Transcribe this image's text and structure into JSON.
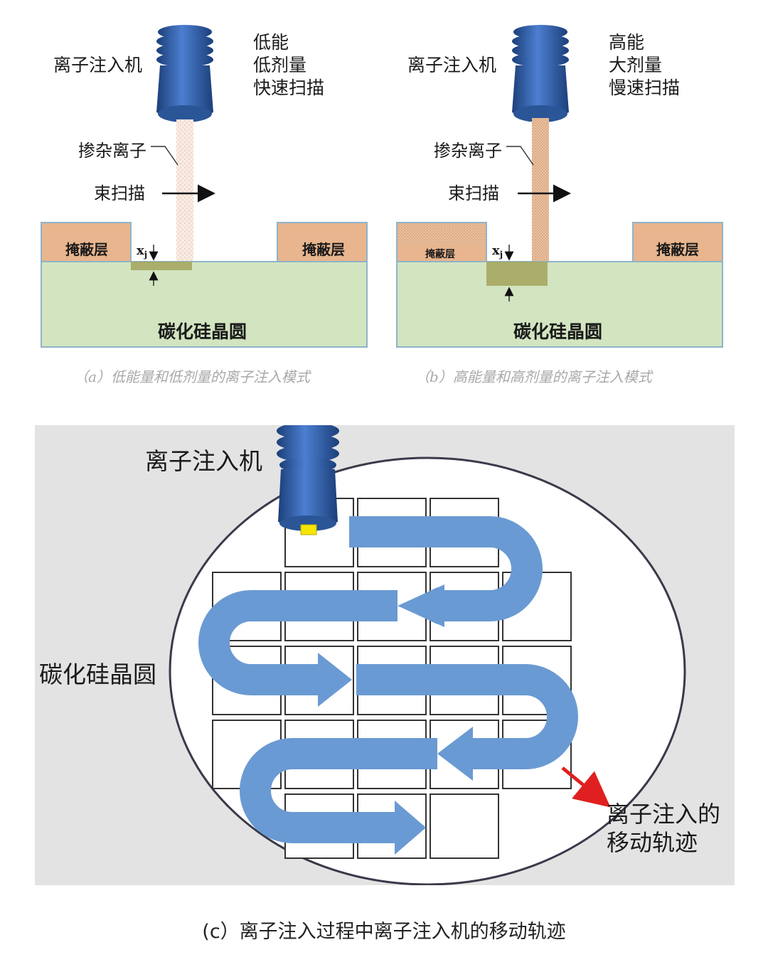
{
  "panel_a": {
    "machine_label": "离子注入机",
    "params": [
      "低能",
      "低剂量",
      "快速扫描"
    ],
    "dopant_label": "掺杂离子",
    "scan_label": "束扫描",
    "mask_left": "掩蔽层",
    "mask_right": "掩蔽层",
    "depth_label": "x",
    "depth_sub": "j",
    "wafer_label": "碳化硅晶圆",
    "caption": "（a）低能量和低剂量的离子注入模式"
  },
  "panel_b": {
    "machine_label": "离子注入机",
    "params": [
      "高能",
      "大剂量",
      "慢速扫描"
    ],
    "dopant_label": "掺杂离子",
    "scan_label": "束扫描",
    "mask_left": "掩蔽层",
    "mask_right": "掩蔽层",
    "depth_label": "x",
    "depth_sub": "j",
    "wafer_label": "碳化硅晶圆",
    "caption": "（b）高能量和高剂量的离子注入模式"
  },
  "panel_c": {
    "machine_label": "离子注入机",
    "wafer_label": "碳化硅晶圆",
    "track_label_line1": "离子注入的",
    "track_label_line2": "移动轨迹"
  },
  "caption_c": "(c）离子注入过程中离子注入机的移动轨迹",
  "colors": {
    "machine_blue": "#2f5ea8",
    "mask_fill": "#e8b58e",
    "wafer_fill": "#d2e5c0",
    "implant_fill": "#a5a55a",
    "track_blue": "#6a9ad3",
    "panel_c_bg": "#e3e3e3",
    "arrow_red": "#e02020"
  }
}
